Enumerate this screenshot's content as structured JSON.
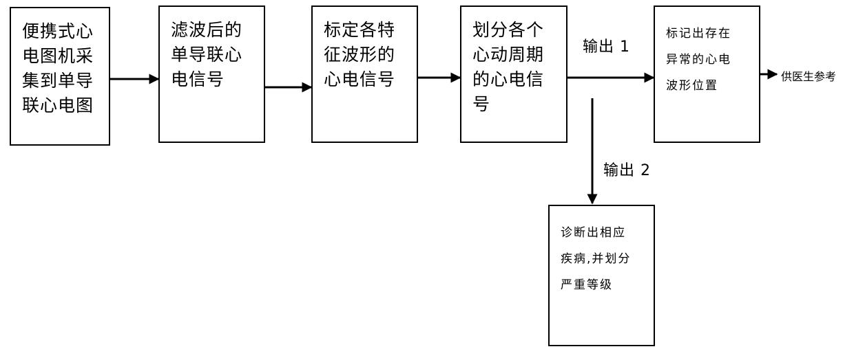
{
  "steps": [
    {
      "text": "便携式心\n电图机采\n集到单导\n联心电图"
    },
    {
      "text": "滤波后的\n单导联心\n电信号"
    },
    {
      "text": "标定各特\n征波形的\n心电信号"
    },
    {
      "text": "划分各个\n心动周期\n的心电信\n号"
    },
    {
      "text": "标记出存在\n异常的心电\n波形位置"
    },
    {
      "text": "诊断出相应\n疾病,并划分\n严重等级"
    }
  ],
  "labels": {
    "output1": "输出 1",
    "output2": "输出 2",
    "reference": "供医生参考"
  }
}
